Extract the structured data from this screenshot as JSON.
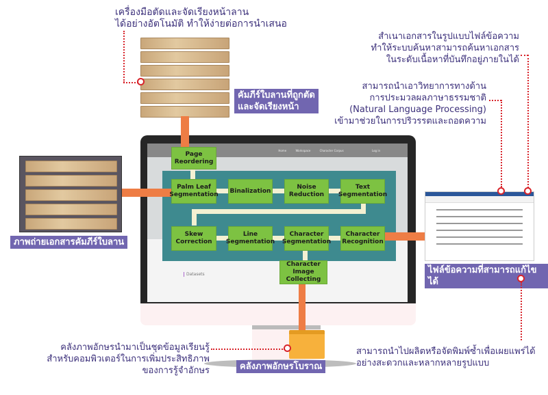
{
  "top_caption": [
    "เครื่องมือตัดและจัดเรียงหน้าลาน",
    "ได้อย่างอัตโนมัติ ทำให้ง่ายต่อการนำเสนอ"
  ],
  "top_right_caption": [
    "สำเนาเอกสารในรูปแบบไฟล์ข้อความ",
    "ทำให้ระบบค้นหาสามารถค้นหาเอกสาร",
    "ในระดับเนื้อหาที่บันทึกอยู่ภายในได้"
  ],
  "nlp_caption": [
    "สามารถนำเอาวิทยาการทางด้าน",
    "การประมวลผลภาษาธรรมชาติ",
    "(Natural Language Processing)",
    "เข้ามาช่วยในการปริวรรตและถอดความ"
  ],
  "labels": {
    "sorted_leaves": [
      "คัมภีร์ใบลานที่ถูกตัด",
      "และจัดเรียงหน้า"
    ],
    "photo": "ภาพถ่ายเอกสารคัมภีร์ใบลาน",
    "editable_file": "ไฟล์ข้อความที่สามารถแก้ไขได้",
    "corpus": "คลังภาพอักษรโบราณ"
  },
  "bottom_left_caption": [
    "คลังภาพอักษรนำมาเป็นชุดข้อมูลเรียนรู้",
    "สำหรับคอมพิวเตอร์ในการเพิ่มประสิทธิภาพ",
    "ของการรู้จำอักษร"
  ],
  "bottom_right_caption": [
    "สามารถนำไปผลิตหรือจัดพิมพ์ซ้ำเพื่อเผยแพร่ได้",
    "อย่างสะดวกและหลากหลายรูปแบบ"
  ],
  "webapp": {
    "nav": [
      "Home",
      "Workspace",
      "Character Corpus",
      "Log in"
    ],
    "section": "Datasets"
  },
  "pipeline": {
    "page_reordering": "Page Reordering",
    "row1": [
      "Palm Leaf Segmentation",
      "Binalization",
      "Noise Reduction",
      "Text Segmentation"
    ],
    "row2": [
      "Skew Correction",
      "Line Segmentation",
      "Character Segmentation",
      "Character Recognition"
    ],
    "collecting": "Character Image Collecting"
  },
  "colors": {
    "teal": "#3e8a8f",
    "green": "#7dc242",
    "orange": "#ee7d45",
    "label_purple": "#7166b0",
    "text_navy": "#3b2f7a",
    "dotted_red": "#d8232a"
  }
}
